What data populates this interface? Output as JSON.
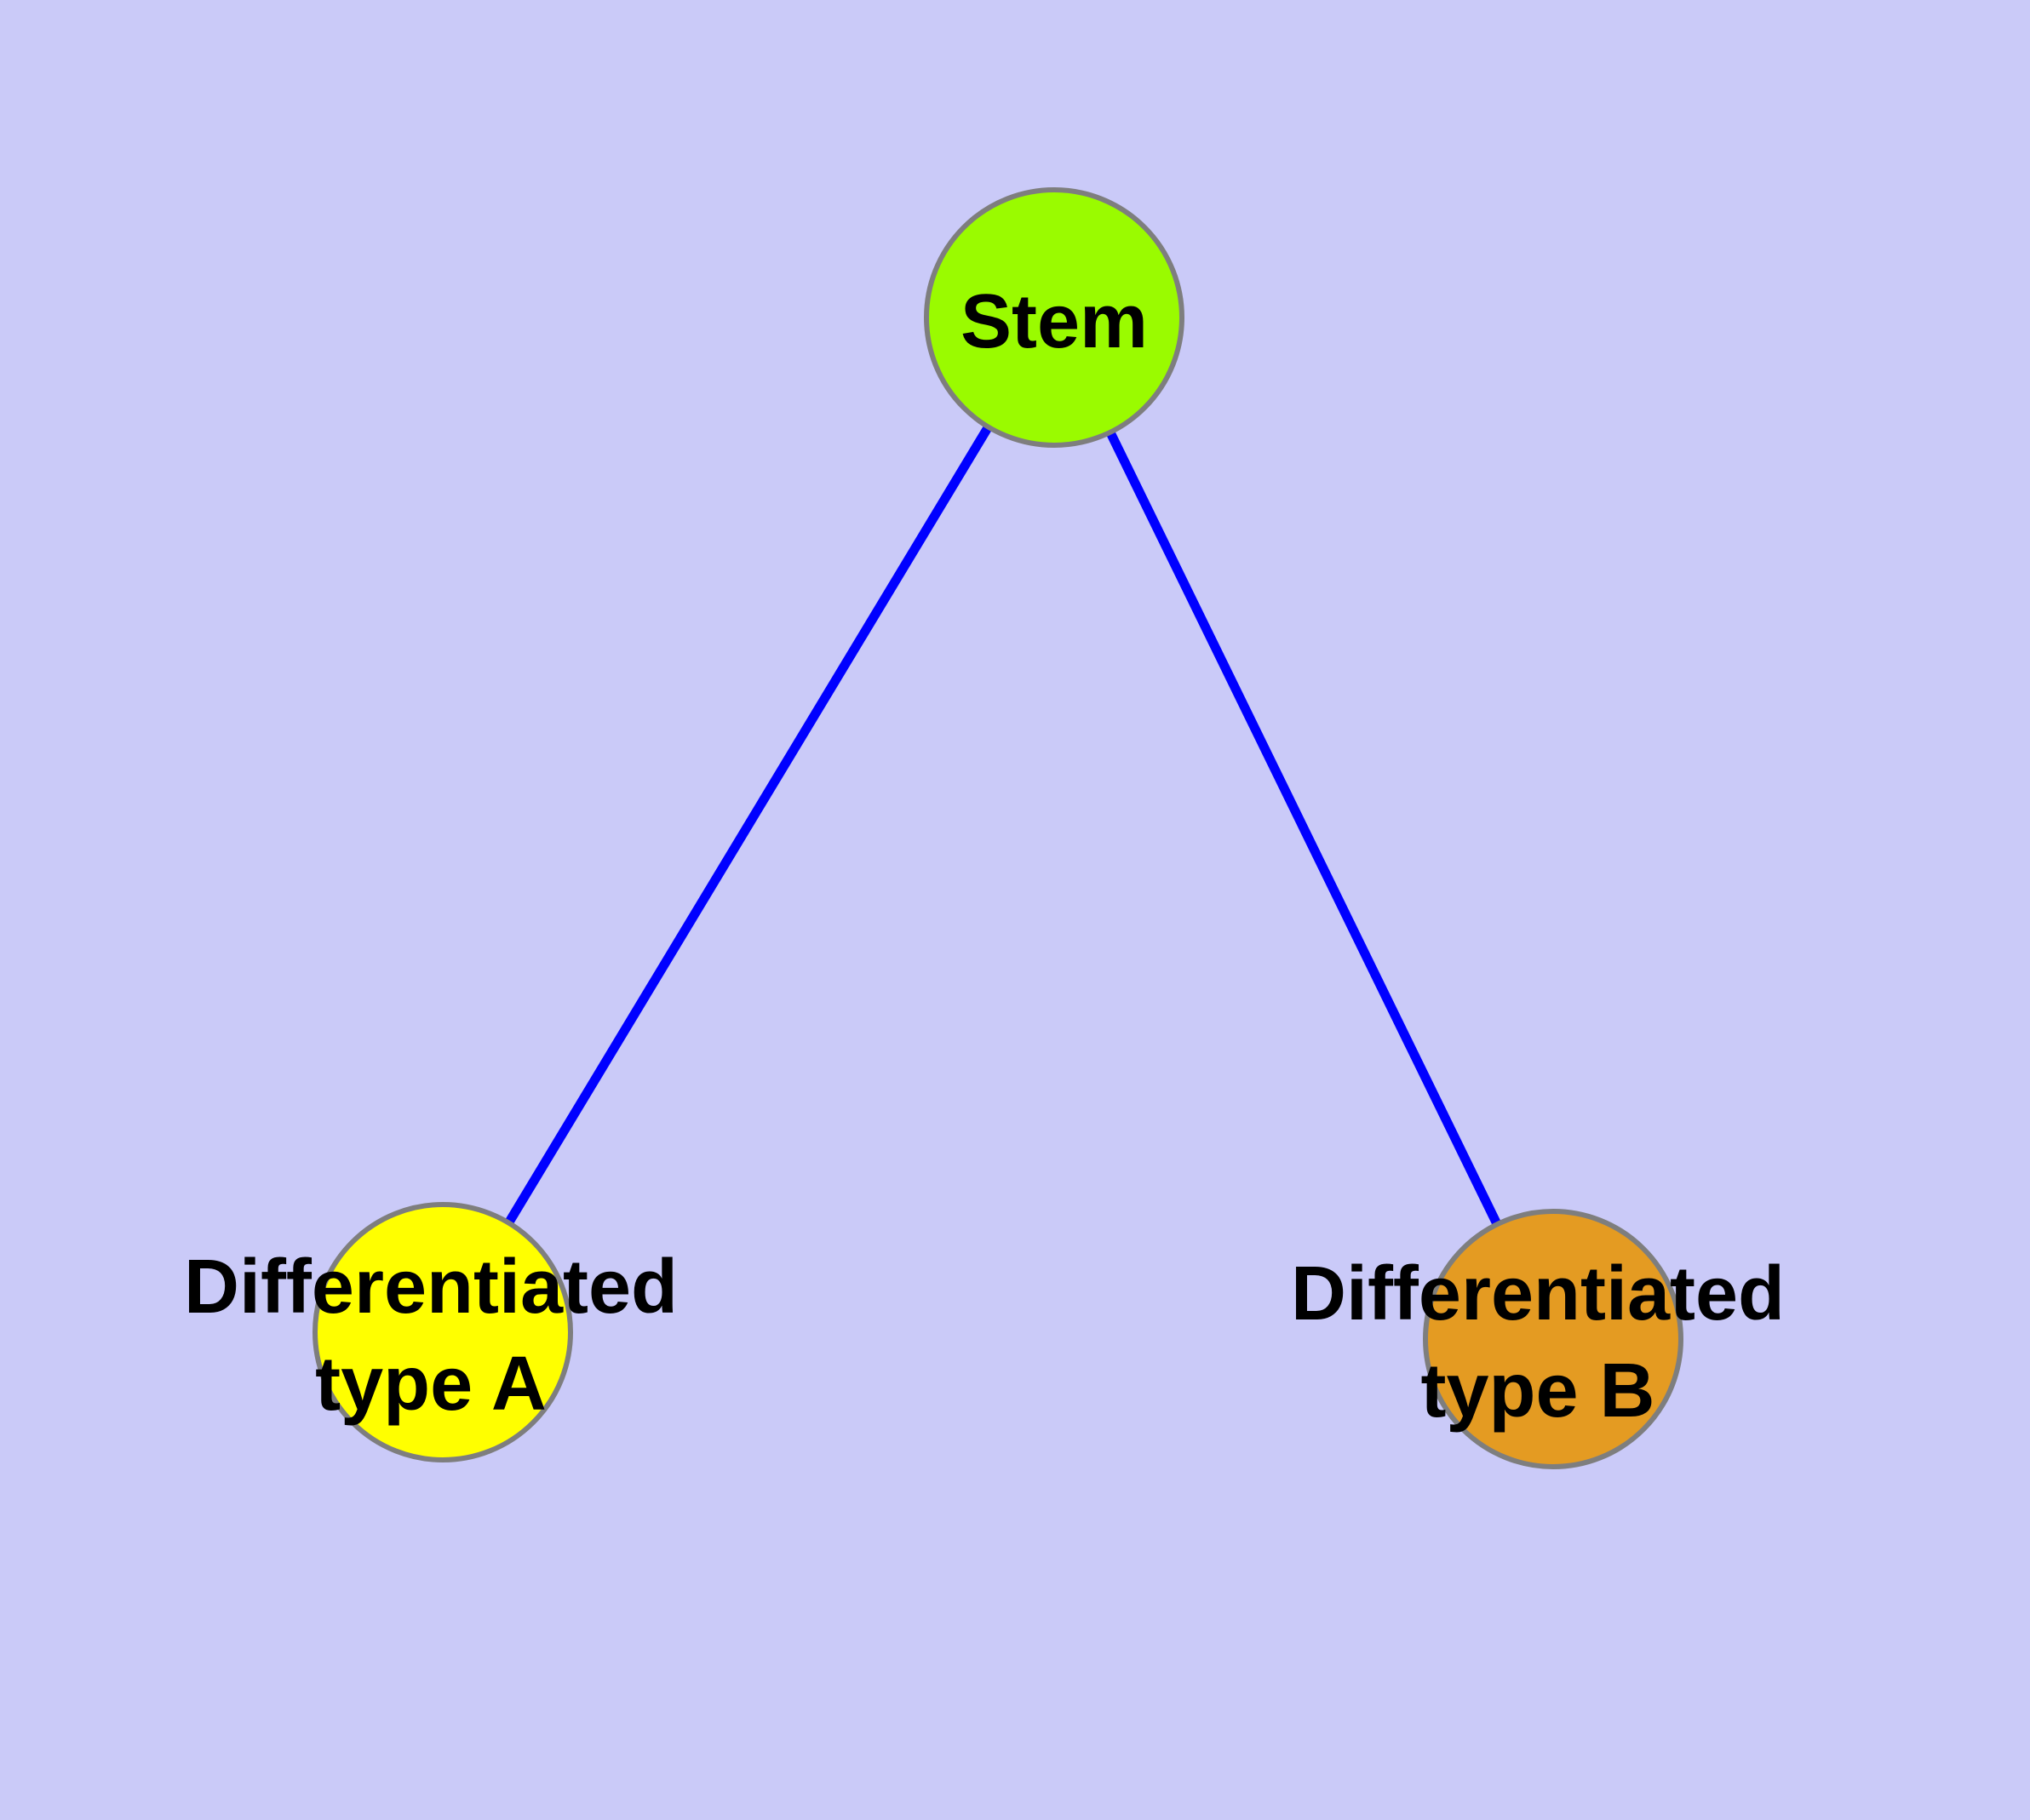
{
  "diagram": {
    "type": "node-link-graph",
    "background_color": "#CACAF8",
    "edge_color": "#0000FF",
    "node_border_color": "#7E7E7E",
    "label_color": "#000000"
  },
  "nodes": [
    {
      "id": "stem",
      "label": "Stem",
      "label_lines": [
        "Stem"
      ],
      "color": "#9AFB00"
    },
    {
      "id": "differentiated-type-a",
      "label": "Differentiated type A",
      "label_lines": [
        "Differentiated",
        "type A"
      ],
      "color": "#FFFF00"
    },
    {
      "id": "differentiated-type-b",
      "label": "Differentiated type B",
      "label_lines": [
        "Differentiated",
        "type B"
      ],
      "color": "#E49B22"
    }
  ],
  "edges": [
    {
      "from": "stem",
      "to": "differentiated-type-a"
    },
    {
      "from": "stem",
      "to": "differentiated-type-b"
    }
  ]
}
